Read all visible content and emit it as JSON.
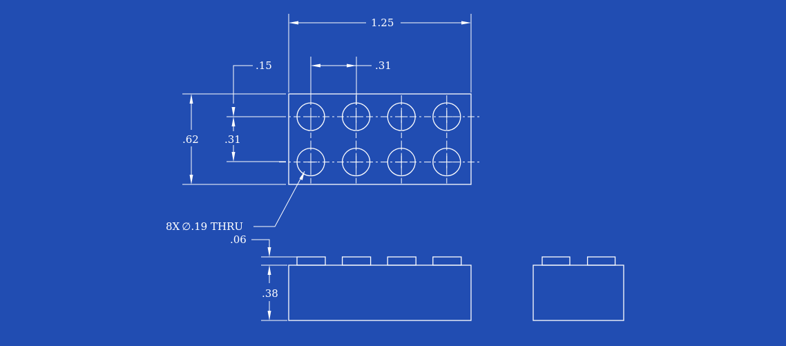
{
  "colors": {
    "background": "#214db2",
    "ink": "#ffffff"
  },
  "dimensions": {
    "overall_length": "1.25",
    "edge_offset": ".15",
    "hole_pitch_x": ".31",
    "overall_width": ".62",
    "hole_pitch_y": ".31",
    "stud_height": ".06",
    "body_height": ".38"
  },
  "callout": {
    "hole_count": "8X",
    "diameter_symbol": "∅",
    "hole_spec": ".19 THRU"
  },
  "views": {
    "top": {
      "rows": 2,
      "cols": 4
    },
    "front": {
      "studs": 4
    },
    "side": {
      "studs": 2
    }
  }
}
